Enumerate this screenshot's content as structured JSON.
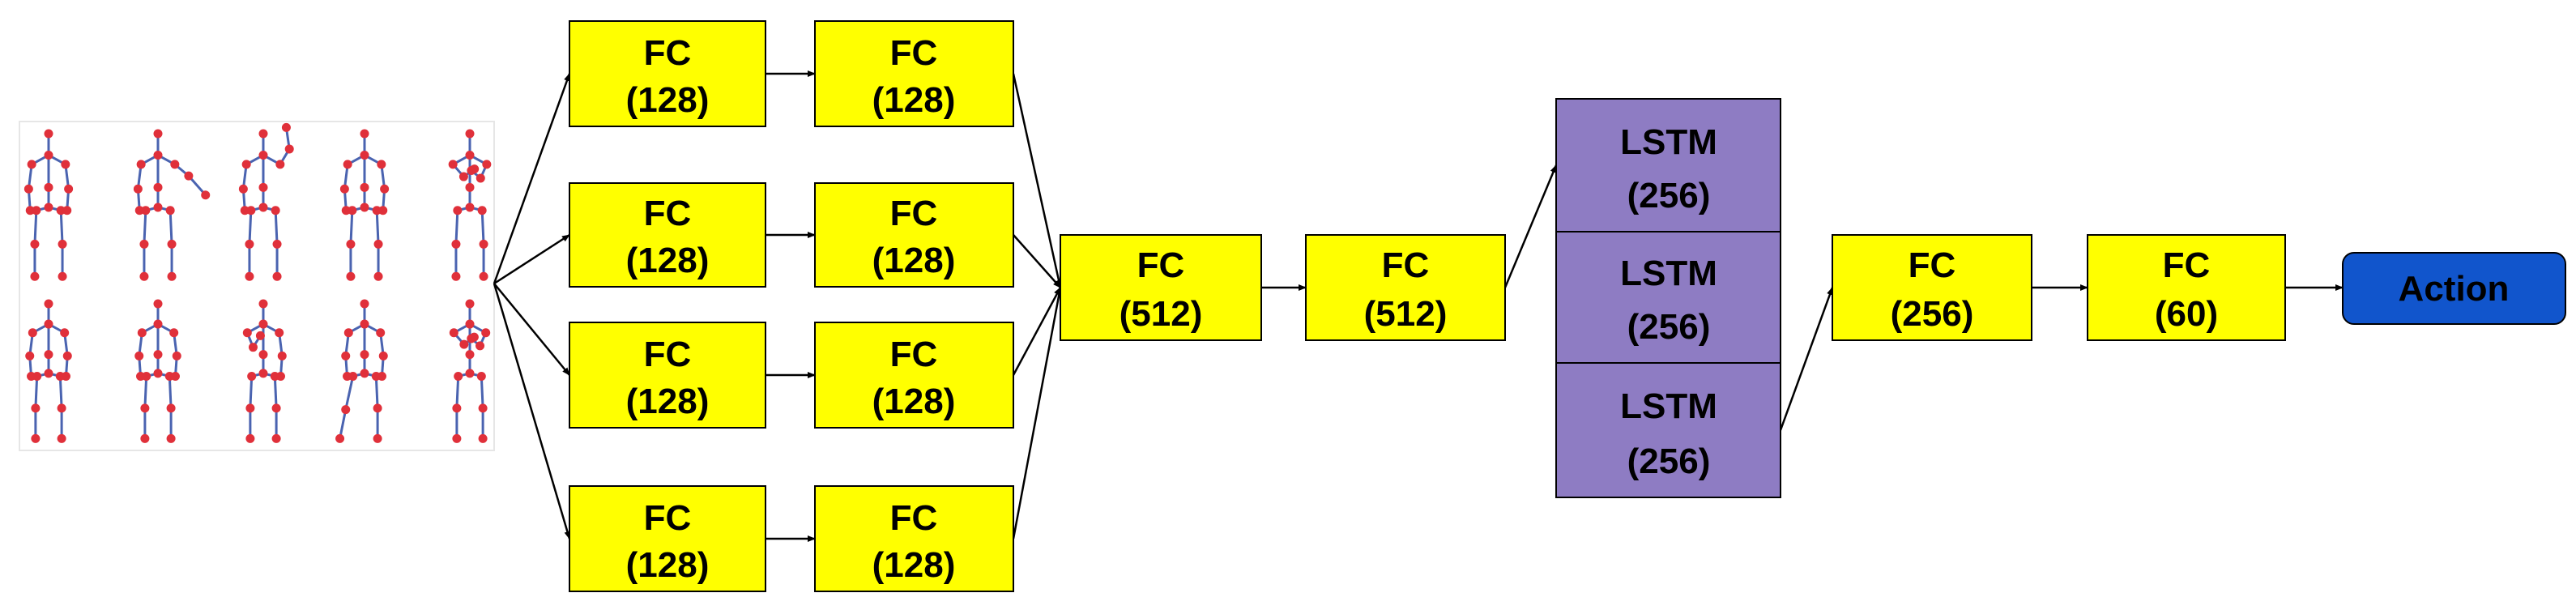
{
  "colors": {
    "fc_fill": "#ffff00",
    "lstm_fill": "#8e7cc3",
    "action_fill": "#1155cc",
    "skeleton_joint": "#e0303a",
    "skeleton_bone": "#4a63b0",
    "edge": "#000000"
  },
  "input": {
    "icon": "skeleton-poses-image"
  },
  "branches": [
    {
      "fc1": {
        "line1": "FC",
        "line2": "(128)"
      },
      "fc2": {
        "line1": "FC",
        "line2": "(128)"
      }
    },
    {
      "fc1": {
        "line1": "FC",
        "line2": "(128)"
      },
      "fc2": {
        "line1": "FC",
        "line2": "(128)"
      }
    },
    {
      "fc1": {
        "line1": "FC",
        "line2": "(128)"
      },
      "fc2": {
        "line1": "FC",
        "line2": "(128)"
      }
    },
    {
      "fc1": {
        "line1": "FC",
        "line2": "(128)"
      },
      "fc2": {
        "line1": "FC",
        "line2": "(128)"
      }
    }
  ],
  "fc512_a": {
    "line1": "FC",
    "line2": "(512)"
  },
  "fc512_b": {
    "line1": "FC",
    "line2": "(512)"
  },
  "lstm": [
    {
      "line1": "LSTM",
      "line2": "(256)"
    },
    {
      "line1": "LSTM",
      "line2": "(256)"
    },
    {
      "line1": "LSTM",
      "line2": "(256)"
    }
  ],
  "fc256": {
    "line1": "FC",
    "line2": "(256)"
  },
  "fc60": {
    "line1": "FC",
    "line2": "(60)"
  },
  "output": {
    "label": "Action"
  }
}
